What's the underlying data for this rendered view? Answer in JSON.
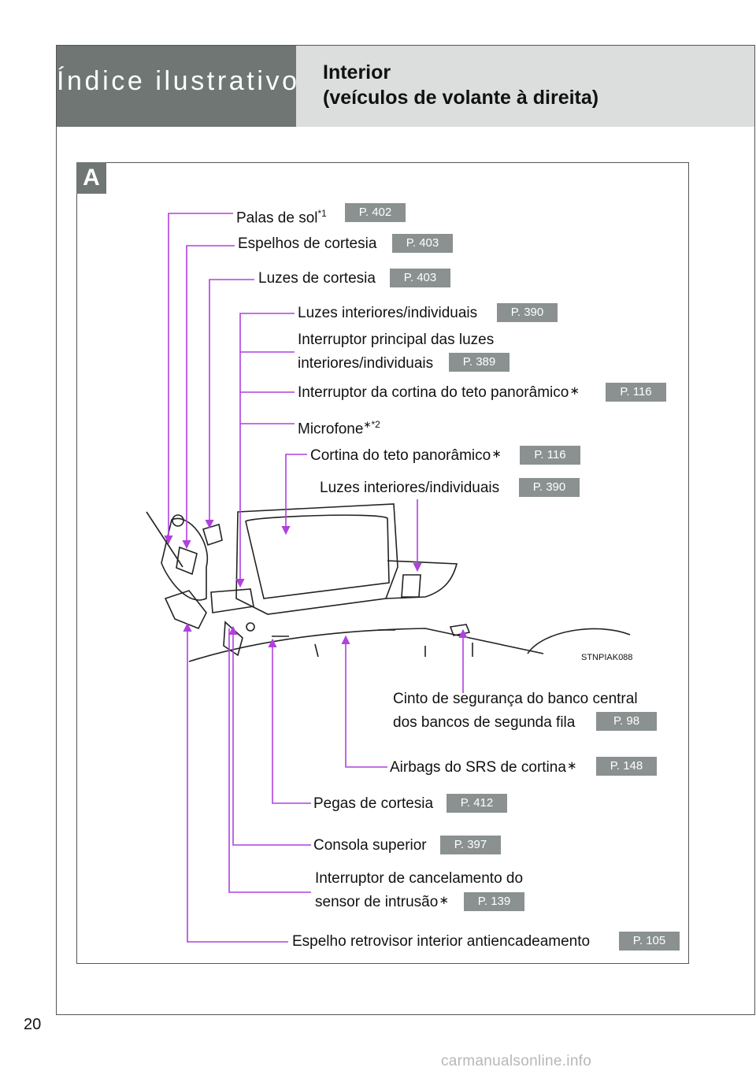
{
  "header": {
    "section_title": "Índice ilustrativo",
    "heading_line1": "Interior",
    "heading_line2": "(veículos de volante à direita)"
  },
  "diagram": {
    "badge": "A",
    "image_code": "STNPIAK088",
    "callouts": [
      {
        "id": "sun-visors",
        "label": "Palas de sol",
        "mark": "*1",
        "ref": "P. 402"
      },
      {
        "id": "vanity-mirrors",
        "label": "Espelhos de cortesia",
        "mark": "",
        "ref": "P. 403"
      },
      {
        "id": "vanity-lights",
        "label": "Luzes de cortesia",
        "mark": "",
        "ref": "P. 403"
      },
      {
        "id": "interior-lights-1",
        "label": "Luzes interiores/individuais",
        "mark": "",
        "ref": "P. 390"
      },
      {
        "id": "main-switch",
        "label_line1": "Interruptor principal das luzes",
        "label_line2": "interiores/individuais",
        "mark": "",
        "ref": "P. 389"
      },
      {
        "id": "roof-shade-switch",
        "label": "Interruptor da cortina do teto panorâmico",
        "mark": "∗",
        "ref": "P. 116"
      },
      {
        "id": "microphone",
        "label": "Microfone",
        "mark": "∗*2",
        "ref": ""
      },
      {
        "id": "roof-shade",
        "label": "Cortina do teto panorâmico",
        "mark": "∗",
        "ref": "P. 116"
      },
      {
        "id": "interior-lights-2",
        "label": "Luzes interiores/individuais",
        "mark": "",
        "ref": "P. 390"
      },
      {
        "id": "center-seat-belt",
        "label_line1": "Cinto de segurança do banco central",
        "label_line2": "dos bancos de segunda fila",
        "mark": "",
        "ref": "P. 98"
      },
      {
        "id": "curtain-airbags",
        "label": "Airbags do SRS de cortina",
        "mark": "∗",
        "ref": "P. 148"
      },
      {
        "id": "assist-grips",
        "label": "Pegas de cortesia",
        "mark": "",
        "ref": "P. 412"
      },
      {
        "id": "overhead-console",
        "label": "Consola superior",
        "mark": "",
        "ref": "P. 397"
      },
      {
        "id": "intrusion-sensor",
        "label_line1": "Interruptor de cancelamento do",
        "label_line2": "sensor de intrusão",
        "mark": "∗",
        "ref": "P. 139"
      },
      {
        "id": "rear-mirror",
        "label": "Espelho retrovisor interior antiencadeamento",
        "mark": "",
        "ref": "P. 105"
      }
    ]
  },
  "footer": {
    "page_number": "20",
    "watermark": "carmanualsonline.info"
  },
  "colors": {
    "header_dark": "#6f7674",
    "header_light": "#dcdedd",
    "ref_badge": "#8a9190",
    "leader_line": "#b040e0"
  }
}
